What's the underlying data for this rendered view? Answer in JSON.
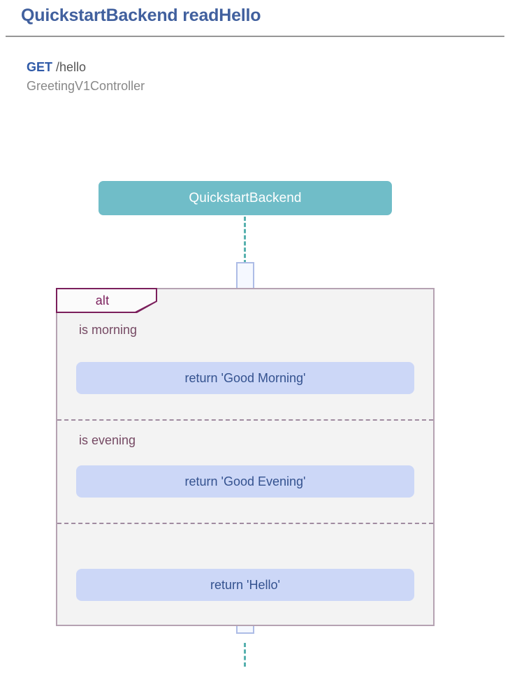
{
  "header": {
    "title": "QuickstartBackend readHello",
    "endpoint": {
      "method": "GET",
      "path": "/hello",
      "controller": "GreetingV1Controller"
    }
  },
  "diagram": {
    "type": "uml-sequence-diagram",
    "participants": [
      {
        "name": "QuickstartBackend",
        "label": "QuickstartBackend"
      }
    ],
    "fragment": {
      "kind": "alt",
      "label": "alt",
      "sections": [
        {
          "condition": "is morning",
          "message": "return 'Good Morning'"
        },
        {
          "condition": "is evening",
          "message": "return 'Good Evening'"
        },
        {
          "condition": "",
          "message": "return 'Hello'"
        }
      ]
    }
  },
  "colors": {
    "title": "#41609e",
    "participant_fill": "#70bdc8",
    "participant_text": "#ffffff",
    "lifeline": "#56b0ae",
    "activation_fill": "#f5f8ff",
    "activation_border": "#adbce6",
    "fragment_fill": "#f3f3f3",
    "fragment_border": "#b5a2b2",
    "alt_tab_border": "#7b1f5c",
    "alt_tab_text": "#7b1f5c",
    "condition_text": "#764a64",
    "message_fill": "#ccd7f7",
    "message_text": "#34528f",
    "rule": "#969696"
  }
}
